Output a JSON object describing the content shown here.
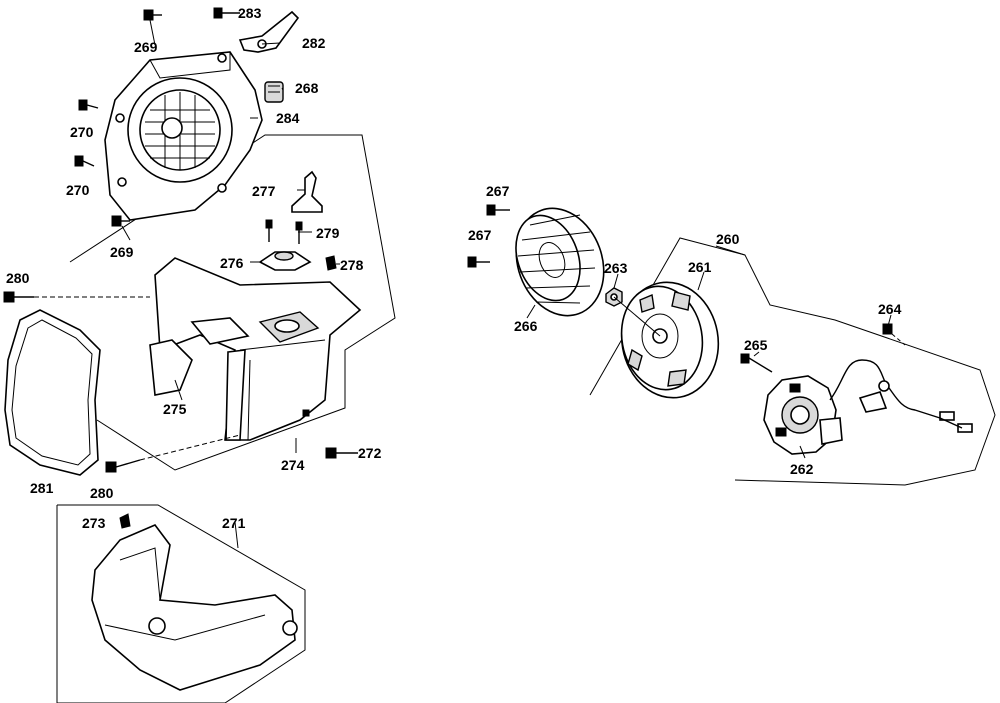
{
  "labels": {
    "p260": "260",
    "p261": "261",
    "p262": "262",
    "p263": "263",
    "p264": "264",
    "p265": "265",
    "p266": "266",
    "p267a": "267",
    "p267b": "267",
    "p268": "268",
    "p269a": "269",
    "p269b": "269",
    "p270a": "270",
    "p270b": "270",
    "p271": "271",
    "p272": "272",
    "p273": "273",
    "p274": "274",
    "p275": "275",
    "p276": "276",
    "p277": "277",
    "p278": "278",
    "p279": "279",
    "p280a": "280",
    "p280b": "280",
    "p281": "281",
    "p282": "282",
    "p283": "283",
    "p284": "284"
  }
}
